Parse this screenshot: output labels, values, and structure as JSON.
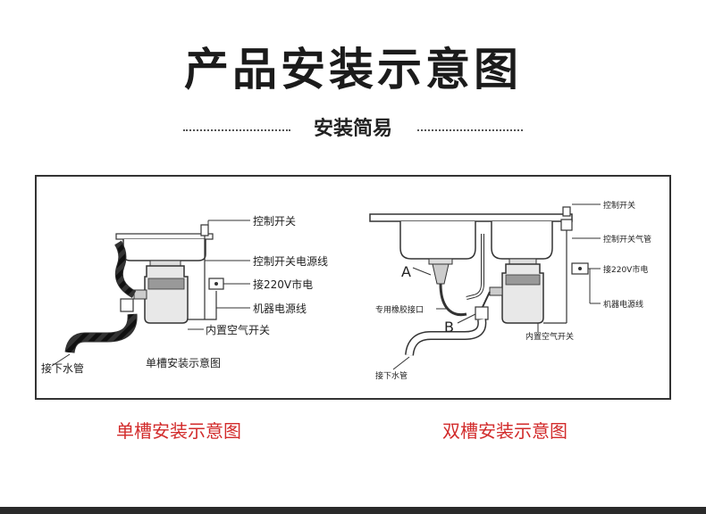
{
  "title": "产品安装示意图",
  "subtitle": "安装简易",
  "left": {
    "labels": {
      "control_switch": "控制开关",
      "switch_power_cord": "控制开关电源线",
      "connect_220v": "接220V市电",
      "machine_power_cord": "机器电源线",
      "built_in_air_switch": "内置空气开关",
      "connect_drain": "接下水管",
      "diagram_name": "单槽安装示意图"
    },
    "caption": "单槽安装示意图"
  },
  "right": {
    "labels": {
      "control_switch": "控制开关",
      "switch_air_tube": "控制开关气管",
      "connect_220v": "接220V市电",
      "machine_power_cord": "机器电源线",
      "built_in_air_switch": "内置空气开关",
      "rubber_joint": "专用橡胶接口",
      "connect_drain": "接下水管",
      "point_a": "A",
      "point_b": "B"
    },
    "caption": "双槽安装示意图"
  },
  "colors": {
    "caption": "#d22b2b",
    "line": "#333333",
    "title": "#1b1b1b"
  }
}
